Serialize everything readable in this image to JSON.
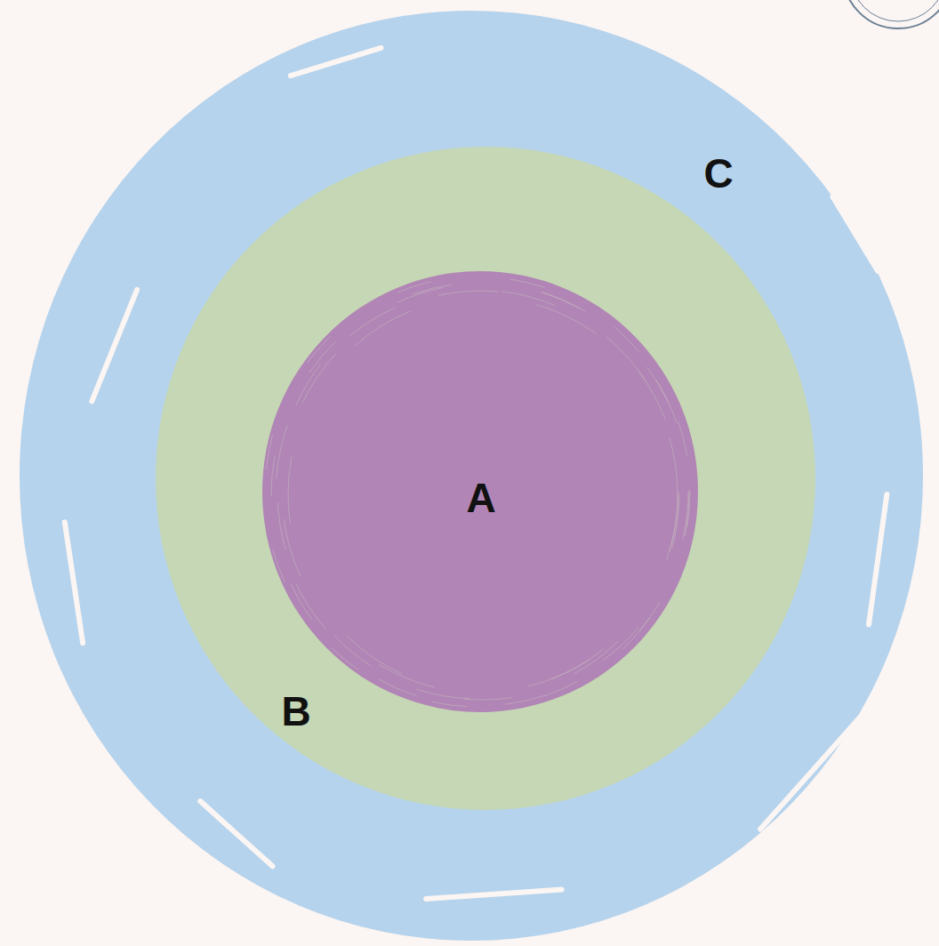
{
  "diagram": {
    "nodes": [
      {
        "text": [
          "C"
        ]
      },
      {
        "text": [
          "B"
        ],
        "in": 0
      },
      {
        "text": [
          "A"
        ],
        "in": 1
      }
    ]
  }
}
